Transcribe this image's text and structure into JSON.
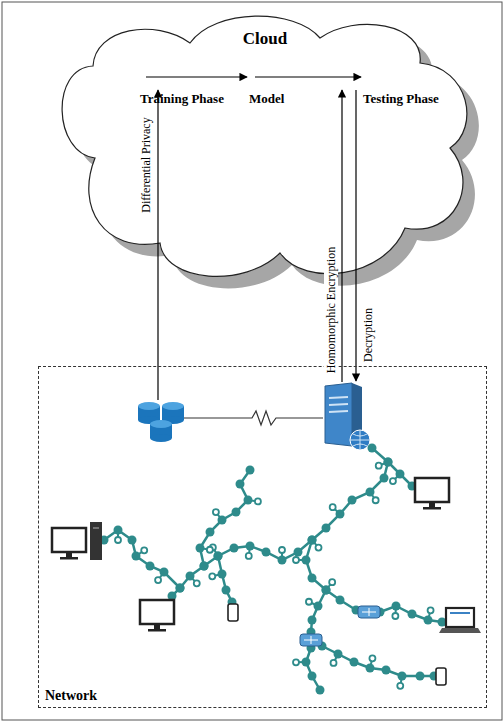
{
  "diagram": {
    "nodes": [
      {
        "text": [
          "Cloud"
        ]
      },
      {
        "text": [
          "Training Phase"
        ],
        "in": 0
      },
      {
        "text": [
          "Model"
        ],
        "in": 0
      },
      {
        "text": [
          "Testing Phase"
        ],
        "in": 0
      },
      {
        "text": [
          "Network"
        ]
      }
    ],
    "edges": [
      {
        "from": 1,
        "to": 2,
        "arrow": "to"
      },
      {
        "from": 2,
        "to": 3,
        "arrow": "to"
      }
    ],
    "labels": [
      "Differential Privacy",
      "Homomorphic Encryption",
      "Decryption"
    ]
  }
}
